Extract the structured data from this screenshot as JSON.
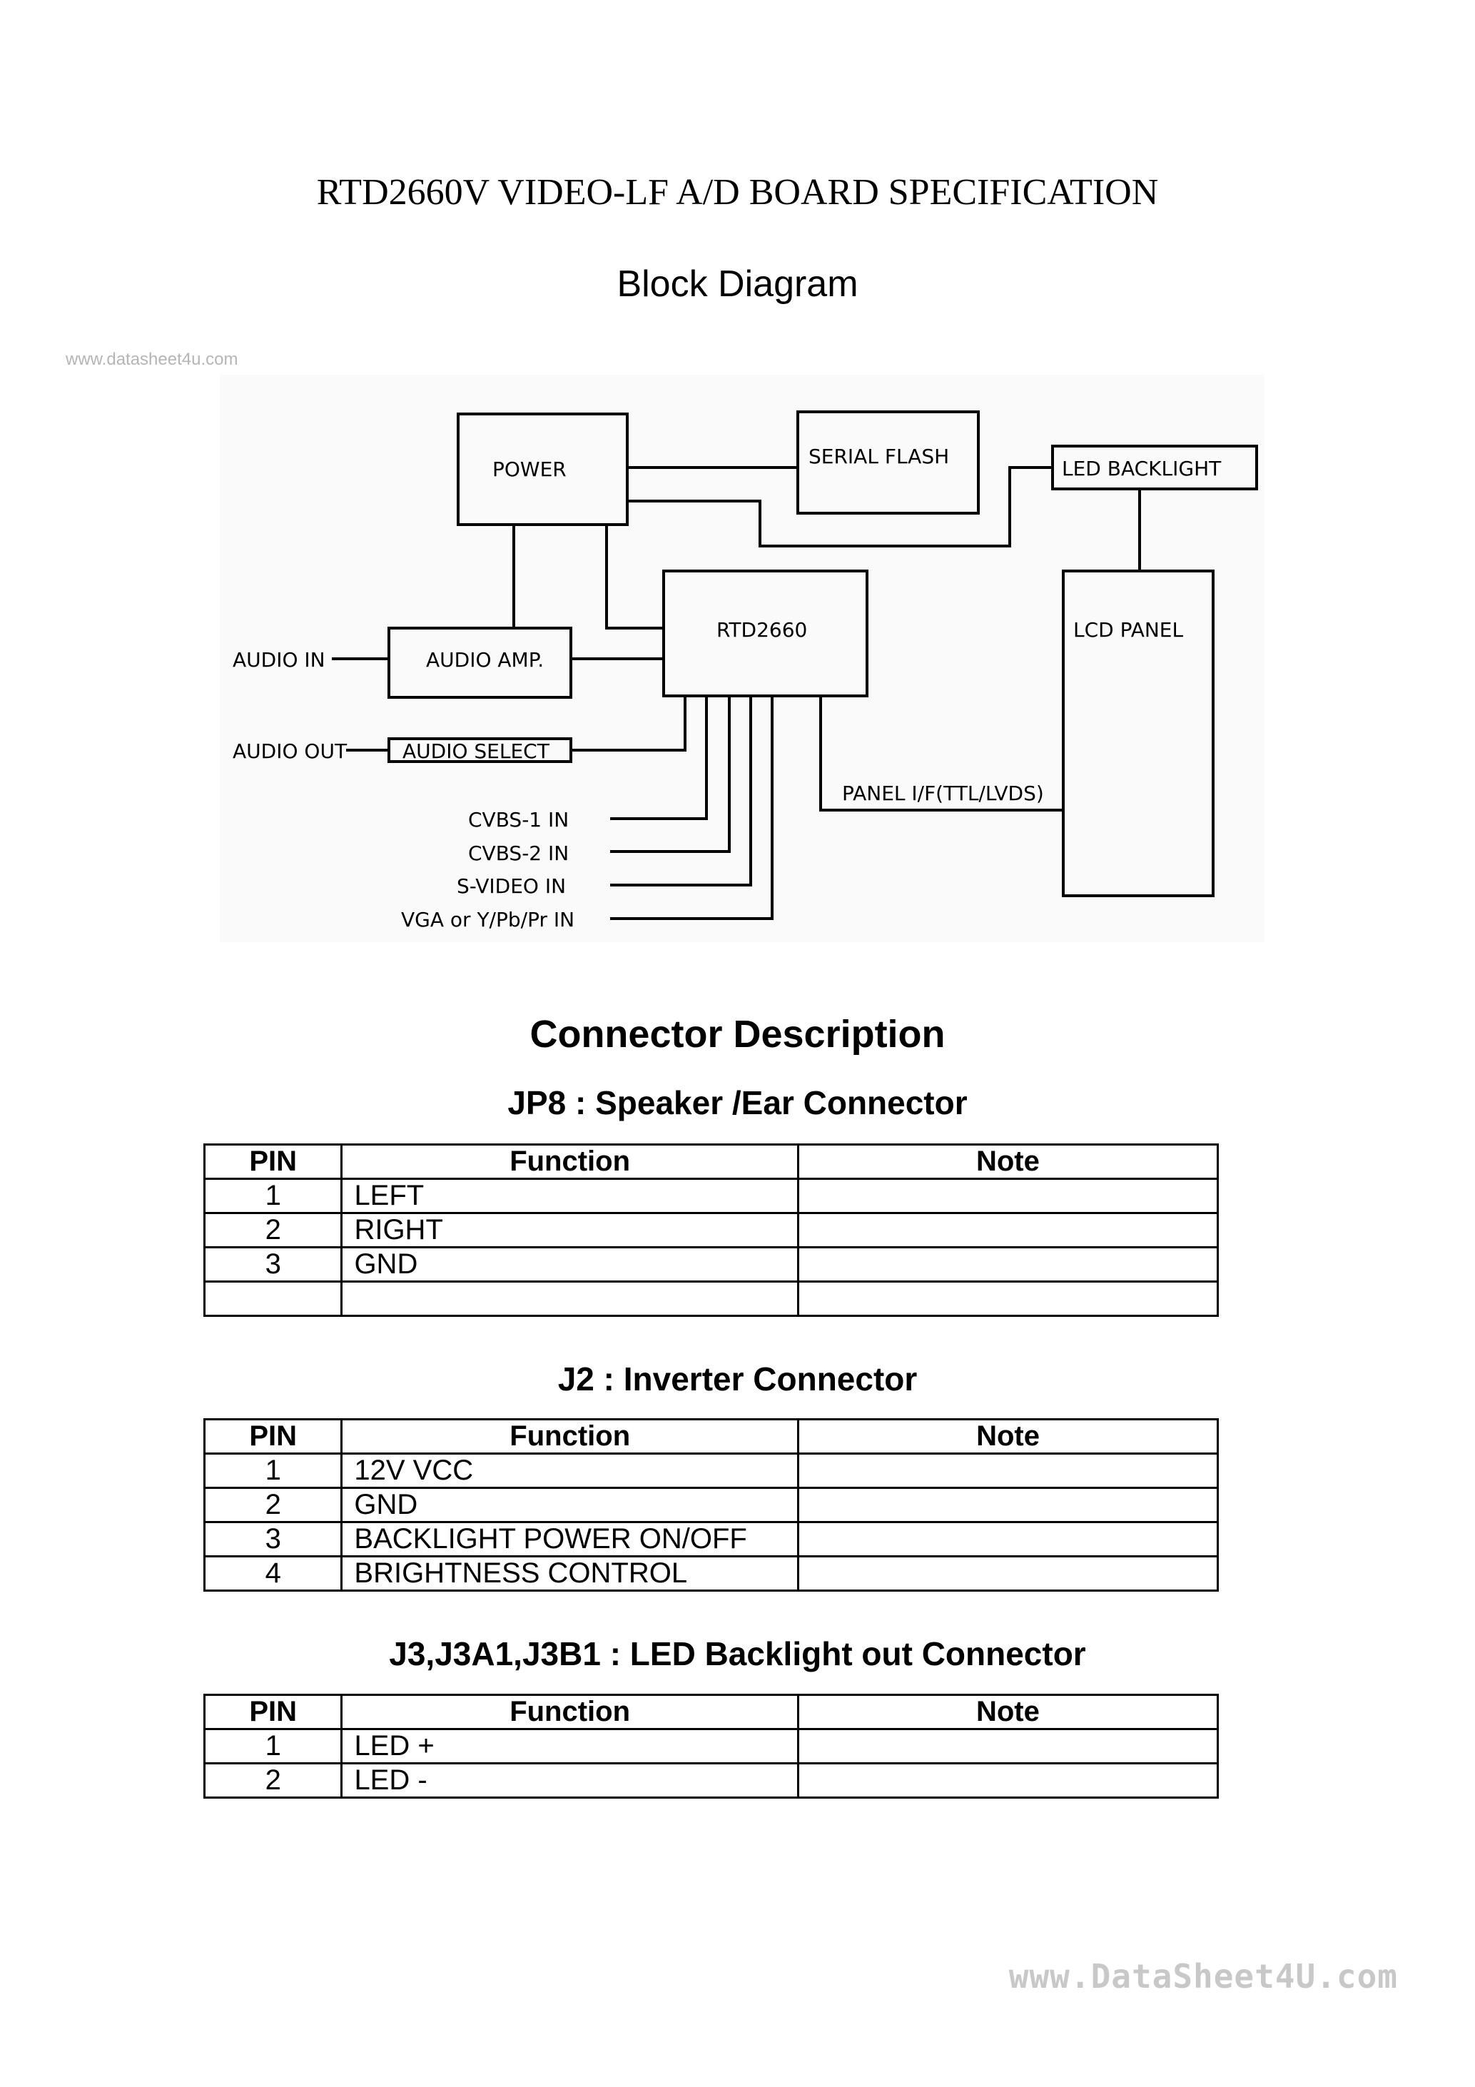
{
  "document": {
    "title": "RTD2660V VIDEO-LF A/D BOARD SPECIFICATION",
    "subtitle": "Block Diagram",
    "watermark_small": "www.datasheet4u.com",
    "watermark_large": "www.DataSheet4U.com"
  },
  "diagram": {
    "blocks": {
      "power": "POWER",
      "serial_flash": "SERIAL FLASH",
      "led_backlight": "LED BACKLIGHT",
      "rtd2660": "RTD2660",
      "lcd_panel": "LCD PANEL",
      "audio_amp": "AUDIO AMP.",
      "audio_select": "AUDIO SELECT"
    },
    "labels": {
      "audio_in": "AUDIO IN",
      "audio_out": "AUDIO OUT",
      "panel_if": "PANEL I/F(TTL/LVDS)",
      "cvbs1": "CVBS-1 IN",
      "cvbs2": "CVBS-2 IN",
      "svideo": "S-VIDEO IN",
      "vga": "VGA or Y/Pb/Pr IN"
    }
  },
  "connectors": {
    "heading": "Connector Description",
    "columns": {
      "pin": "PIN",
      "function": "Function",
      "note": "Note"
    },
    "tables": [
      {
        "title": "JP8 : Speaker /Ear Connector",
        "rows": [
          {
            "pin": "1",
            "function": "LEFT",
            "note": ""
          },
          {
            "pin": "2",
            "function": "RIGHT",
            "note": ""
          },
          {
            "pin": "3",
            "function": "GND",
            "note": ""
          },
          {
            "pin": "",
            "function": "",
            "note": ""
          }
        ]
      },
      {
        "title": "J2 : Inverter Connector",
        "rows": [
          {
            "pin": "1",
            "function": "12V VCC",
            "note": ""
          },
          {
            "pin": "2",
            "function": "GND",
            "note": ""
          },
          {
            "pin": "3",
            "function": "BACKLIGHT POWER ON/OFF",
            "note": ""
          },
          {
            "pin": "4",
            "function": "BRIGHTNESS CONTROL",
            "note": ""
          }
        ]
      },
      {
        "title": "J3,J3A1,J3B1 : LED Backlight out Connector",
        "rows": [
          {
            "pin": "1",
            "function": "LED +",
            "note": ""
          },
          {
            "pin": "2",
            "function": "LED -",
            "note": ""
          }
        ]
      }
    ]
  }
}
